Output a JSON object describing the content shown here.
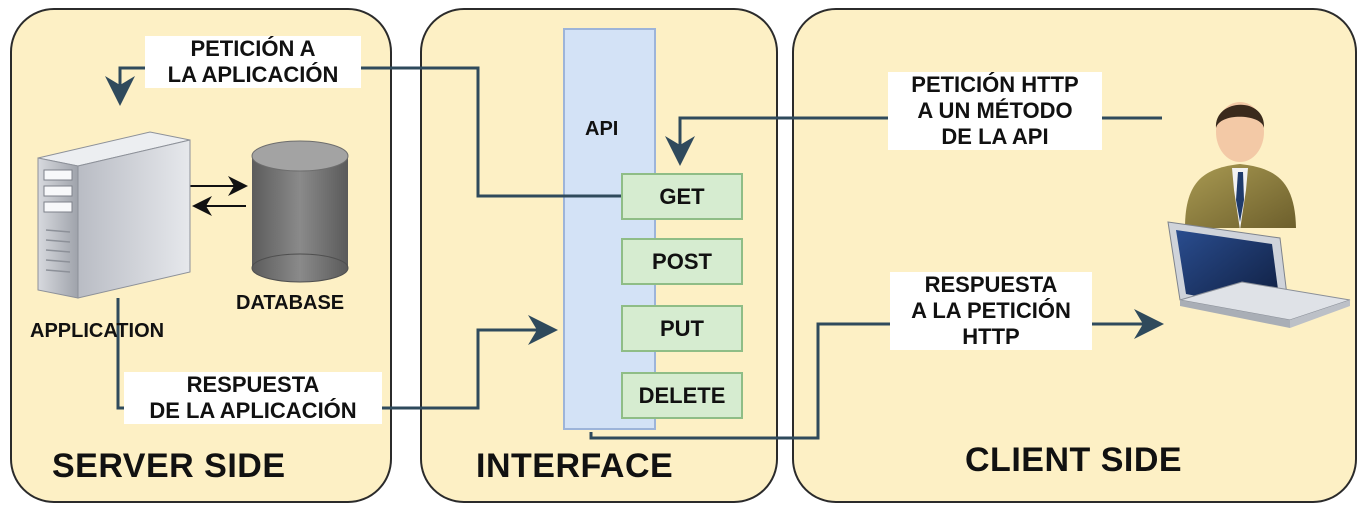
{
  "panels": {
    "server": "SERVER SIDE",
    "interface": "INTERFACE",
    "client": "CLIENT SIDE"
  },
  "labels": {
    "request_app": [
      "PETICIÓN A",
      "LA APLICACIÓN"
    ],
    "response_app": [
      "RESPUESTA",
      "DE LA APLICACIÓN"
    ],
    "http_request": [
      "PETICIÓN HTTP",
      "A UN MÉTODO",
      "DE LA API"
    ],
    "http_response": [
      "RESPUESTA",
      "A LA PETICIÓN",
      "HTTP"
    ],
    "application": "APPLICATION",
    "database": "DATABASE",
    "api": "API"
  },
  "methods": [
    "GET",
    "POST",
    "PUT",
    "DELETE"
  ],
  "colors": {
    "panel_fill": "#fdf0c5",
    "api_fill": "#d3e2f6",
    "method_fill": "#d6ecd0",
    "connector": "#2f4a5c"
  },
  "icons": [
    "server-tower-icon",
    "database-cylinder-icon",
    "user-with-laptop-icon"
  ]
}
